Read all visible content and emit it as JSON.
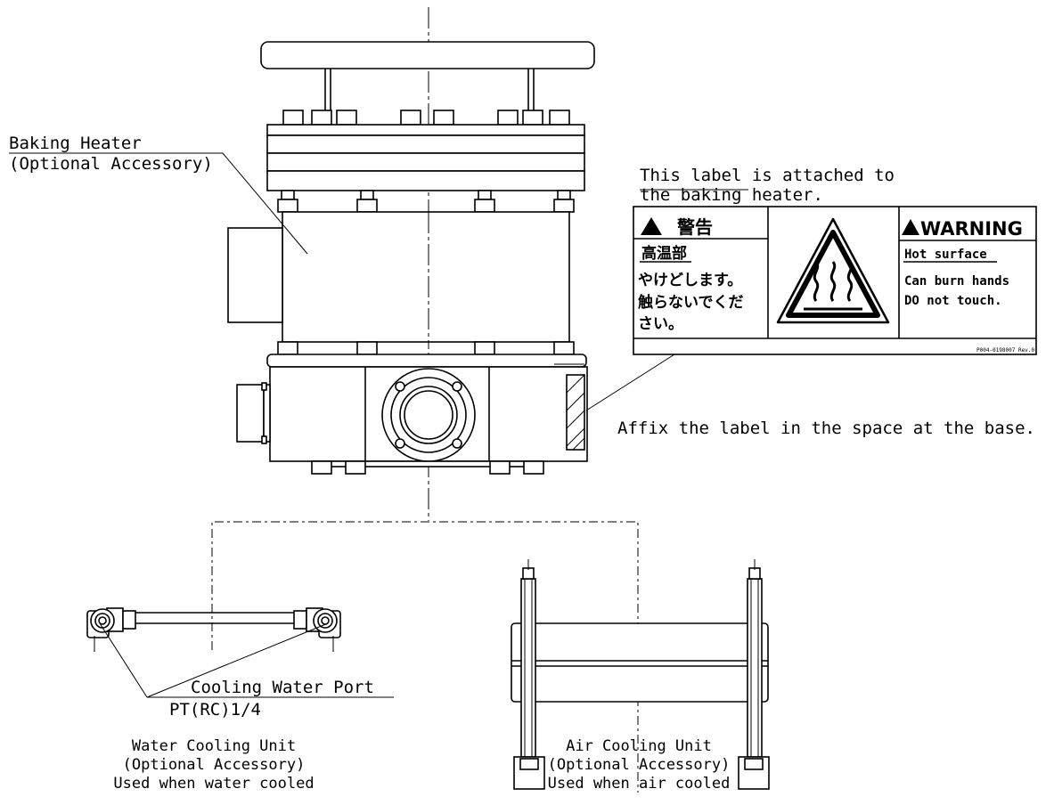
{
  "callouts": {
    "baking_heater": {
      "line1": "Baking Heater",
      "line2": "(Optional Accessory)"
    },
    "label_note": {
      "line1": "This label is attached to",
      "line2": "the baking heater."
    },
    "affix_note": "Affix the label in the space at the base.",
    "cooling_port": {
      "line1": "Cooling Water Port",
      "line2": "PT(RC)1/4"
    },
    "water_unit": {
      "line1": "Water Cooling Unit",
      "line2": "(Optional Accessory)",
      "line3": "Used when water cooled"
    },
    "air_unit": {
      "line1": "Air Cooling Unit",
      "line2": "(Optional Accessory)",
      "line3": "Used when air cooled"
    }
  },
  "warning_label": {
    "jp_header": "警告",
    "jp_hazard": "高温部",
    "jp_body1": "やけどします。",
    "jp_body2": "触らないでくだ",
    "jp_body3": "さい。",
    "en_header": "WARNING",
    "en_hazard": "Hot surface",
    "en_body1": "Can burn hands",
    "en_body2": "DO not touch.",
    "part_no": "P004-0198007 Rev.0"
  },
  "colors": {
    "line": "#000000",
    "background": "#ffffff"
  }
}
